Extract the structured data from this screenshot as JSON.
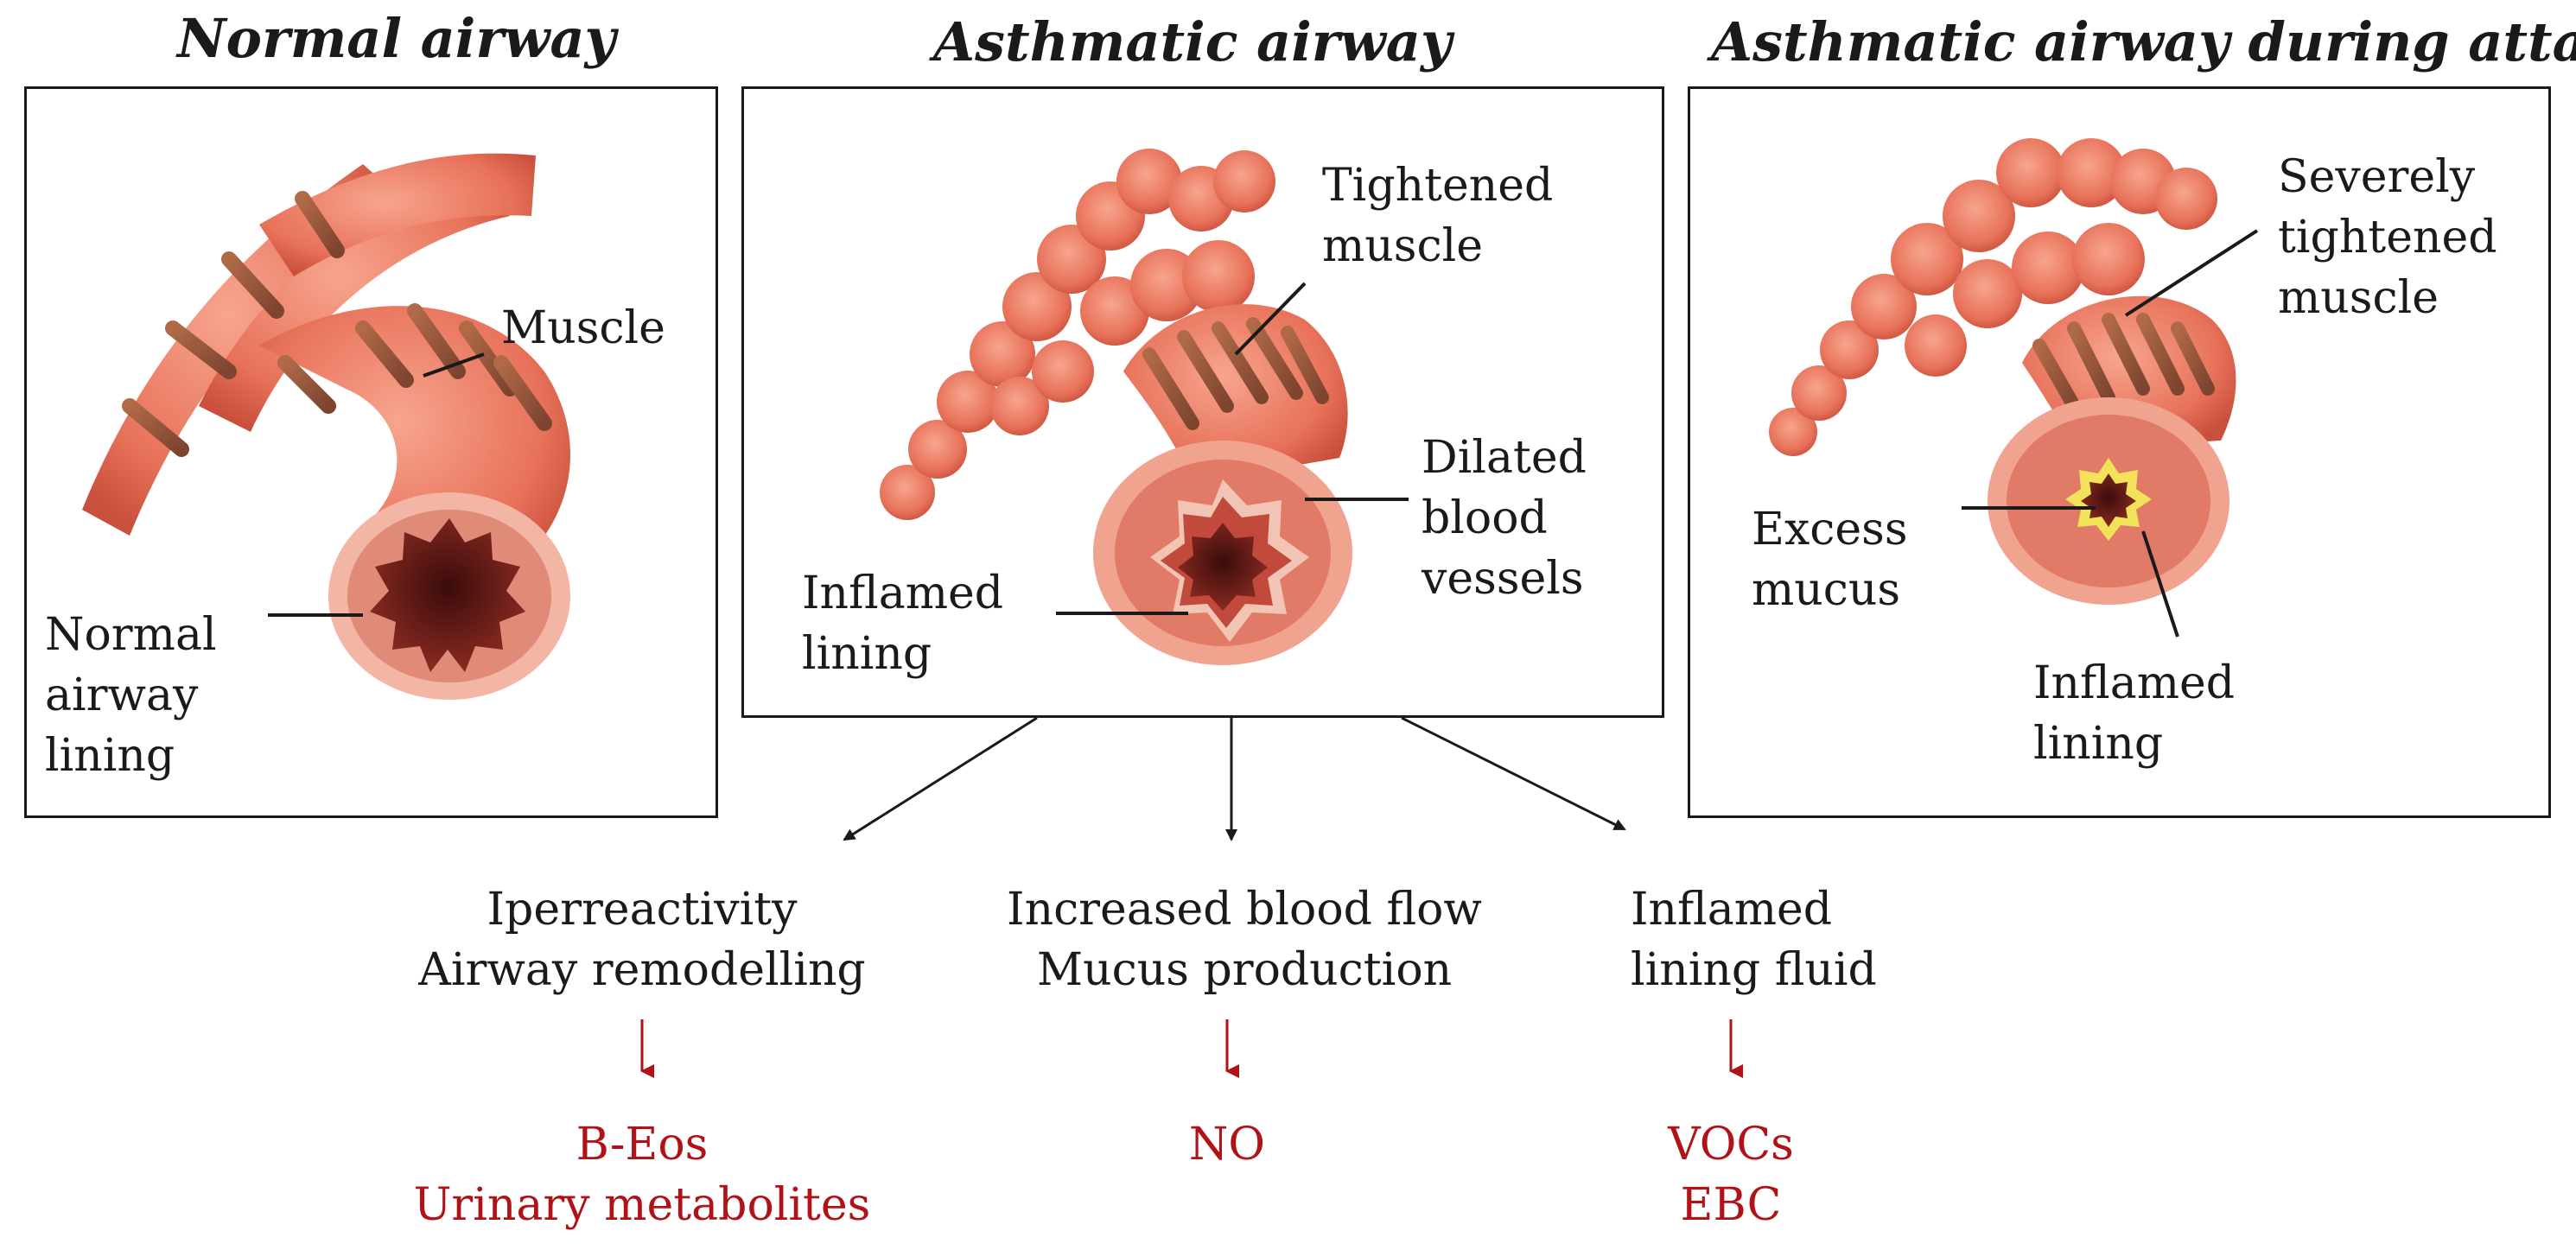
{
  "titles": {
    "normal": "Normal airway",
    "asthmatic": "Asthmatic airway",
    "attack": "Asthmatic airway during attack"
  },
  "panel_normal": {
    "muscle": "Muscle",
    "lining": "Normal\nairway\nlining"
  },
  "panel_asthmatic": {
    "muscle": "Tightened\nmuscle",
    "vessels": "Dilated\nblood\nvessels",
    "lining": "Inflamed\nlining"
  },
  "panel_attack": {
    "muscle": "Severely\ntightened\nmuscle",
    "mucus": "Excess\nmucus",
    "lining": "Inflamed\nlining"
  },
  "effects": [
    {
      "lines": "Iperreactivity\nAirway remodelling",
      "markers": "B-Eos\nUrinary metabolites"
    },
    {
      "lines": "Increased blood flow\nMucus production",
      "markers": "NO"
    },
    {
      "lines": "Inflamed\nlining fluid",
      "markers": "VOCs\nEBC"
    }
  ],
  "colors": {
    "text": "#1a1a1a",
    "marker_red": "#b01217",
    "airway_tissue": "#e8725a",
    "muscle_band": "#9a5a3e",
    "lumen": "#5a1612",
    "mucus": "#f2e25a"
  }
}
